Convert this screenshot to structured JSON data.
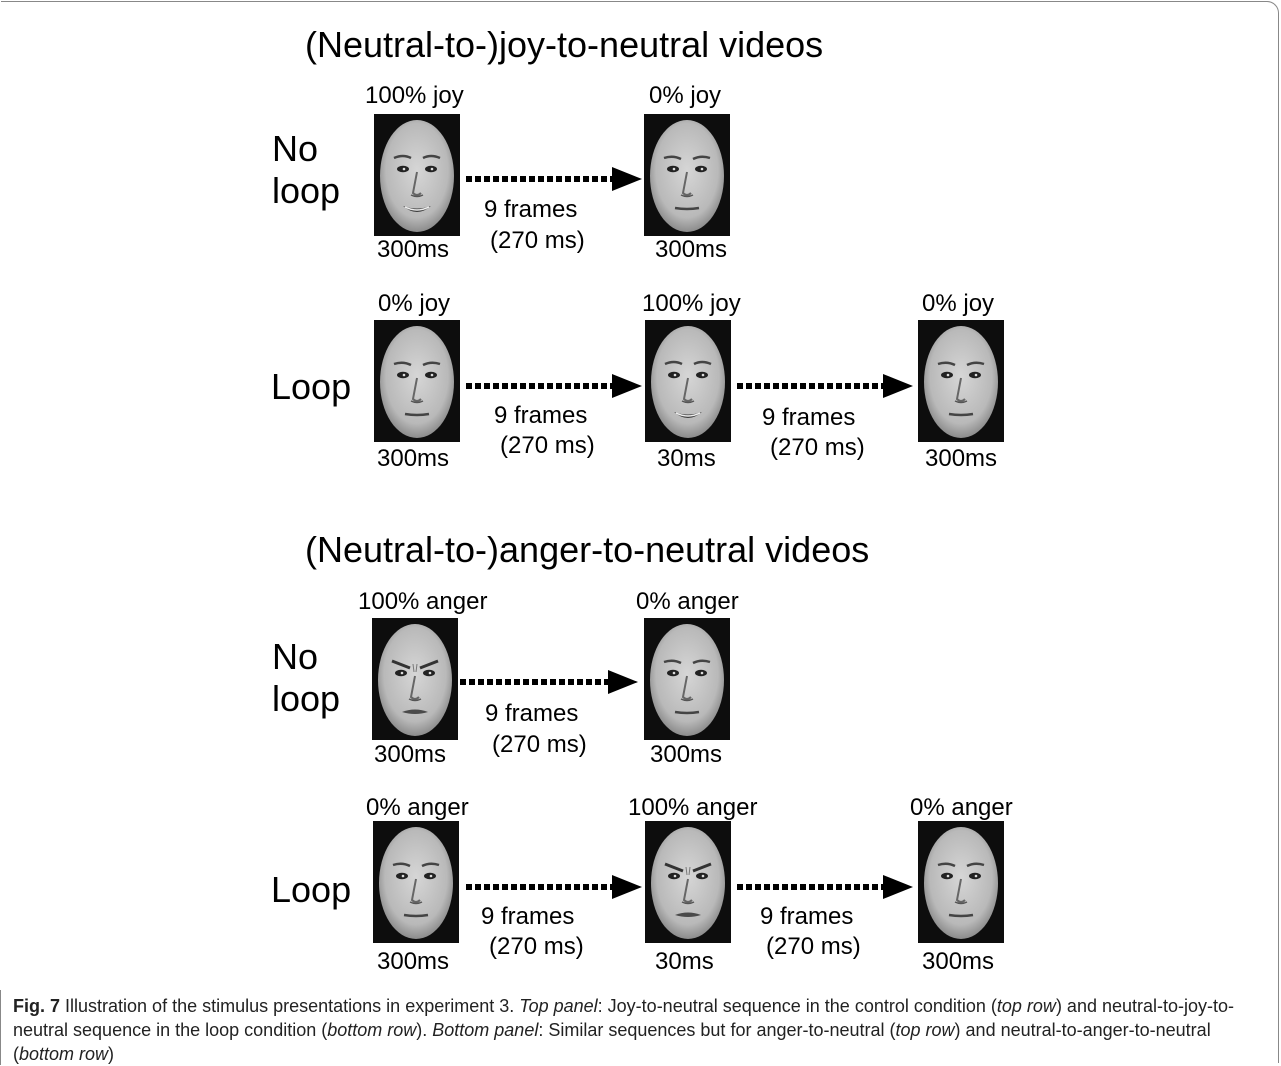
{
  "joy_panel": {
    "title": "(Neutral-to-)joy-to-neutral videos",
    "noloop": {
      "label": "No loop",
      "start_pct": "100% joy",
      "start_dur": "300ms",
      "end_pct": "0% joy",
      "end_dur": "300ms",
      "transition_frames": "9 frames",
      "transition_ms": "(270 ms)"
    },
    "loop": {
      "label": "Loop",
      "f1_pct": "0% joy",
      "f1_dur": "300ms",
      "f2_pct": "100% joy",
      "f2_dur": "30ms",
      "f3_pct": "0% joy",
      "f3_dur": "300ms",
      "t1_frames": "9 frames",
      "t1_ms": "(270 ms)",
      "t2_frames": "9 frames",
      "t2_ms": "(270 ms)"
    }
  },
  "anger_panel": {
    "title": "(Neutral-to-)anger-to-neutral videos",
    "noloop": {
      "label": "No loop",
      "start_pct": "100% anger",
      "start_dur": "300ms",
      "end_pct": "0% anger",
      "end_dur": "300ms",
      "transition_frames": "9 frames",
      "transition_ms": "(270 ms)"
    },
    "loop": {
      "label": "Loop",
      "f1_pct": "0% anger",
      "f1_dur": "300ms",
      "f2_pct": "100% anger",
      "f2_dur": "30ms",
      "f3_pct": "0% anger",
      "f3_dur": "300ms",
      "t1_frames": "9 frames",
      "t1_ms": "(270 ms)",
      "t2_frames": "9 frames",
      "t2_ms": "(270 ms)"
    }
  },
  "caption": {
    "fig_label": "Fig. 7",
    "text_1": " Illustration of the stimulus presentations in experiment 3. ",
    "top_panel_label": "Top panel",
    "text_2": ": Joy-to-neutral sequence in the control condition (",
    "top_row_1": "top row",
    "text_3": ") and neutral-to-joy-to-neutral sequence in the loop condition (",
    "bottom_row_1": "bottom row",
    "text_4": "). ",
    "bottom_panel_label": "Bottom panel",
    "text_5": ": Similar sequences but for anger-to-neutral (",
    "top_row_2": "top row",
    "text_6": ") and neutral-to-anger-to-neutral (",
    "bottom_row_2": "bottom row",
    "text_7": ")"
  },
  "face_icons": {
    "joy": "smiling-face-photo-icon",
    "neutral": "neutral-face-photo-icon",
    "anger": "angry-face-photo-icon"
  },
  "colors": {
    "face_background": "#0d0d0d",
    "face_skin": "#b9b9b9",
    "arrow": "#000000"
  }
}
